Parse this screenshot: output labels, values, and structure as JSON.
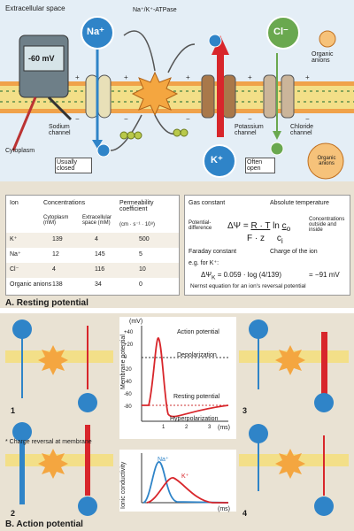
{
  "panel_a": {
    "extracellular": "Extracellular space",
    "pump": "Na⁺/K⁺-ATPase",
    "cytoplasm": "Cytoplasm",
    "voltmeter": "-60 mV",
    "na": "Na⁺",
    "k": "K⁺",
    "cl": "Cl⁻",
    "organic_anions": "Organic anions",
    "sodium_channel": "Sodium channel",
    "usually_closed": "Usually closed",
    "potassium_channel": "Potassium channel",
    "often_open": "Often open",
    "chloride_channel": "Chloride channel",
    "footer": "A. Resting potential"
  },
  "table": {
    "headers": [
      "Ion",
      "Concentrations",
      "Permeability coefficient"
    ],
    "sub": [
      "Cytoplasm (mM)",
      "Extracellular space (mM)",
      "(cm · s⁻¹ · 10⁸)"
    ],
    "rows": [
      {
        "ion": "K⁺",
        "cyto": "139",
        "extra": "4",
        "perm": "500"
      },
      {
        "ion": "Na⁺",
        "cyto": "12",
        "extra": "145",
        "perm": "5"
      },
      {
        "ion": "Cl⁻",
        "cyto": "4",
        "extra": "116",
        "perm": "10"
      },
      {
        "ion": "Organic anions",
        "cyto": "138",
        "extra": "34",
        "perm": "0"
      }
    ]
  },
  "nernst": {
    "gas_constant": "Gas constant",
    "abs_temp": "Absolute temperature",
    "pot_diff": "Potential-difference",
    "conc_label": "Concentrations outside and inside",
    "faraday": "Faraday constant",
    "charge": "Charge of the ion",
    "example": "e.g. for K⁺:",
    "result": "= −91 mV",
    "caption": "Nernst equation for an ion's reversal potential"
  },
  "panel_b": {
    "unit": "(mV)",
    "ap": "Action potential",
    "depol": "Depolarization",
    "rest": "Resting potential",
    "hyper": "Hyperpolarization",
    "ylabel": "Membrane potential",
    "time": "(ms)",
    "charge_reversal": "* Charge reversal at membrane",
    "cond_label": "Ionic conductivity",
    "na": "Na⁺",
    "k": "K⁺",
    "footer": "B. Action potential",
    "ticks_y": [
      "+40",
      "+20",
      "0",
      "-20",
      "-40",
      "-60",
      "-80"
    ],
    "ticks_x": [
      "1",
      "2",
      "3"
    ],
    "phase_labels": [
      "1",
      "2",
      "3",
      "4"
    ]
  },
  "colors": {
    "na": "#2f84c8",
    "k": "#d8262b",
    "cl": "#6aa84f",
    "anion": "#f0a040"
  }
}
